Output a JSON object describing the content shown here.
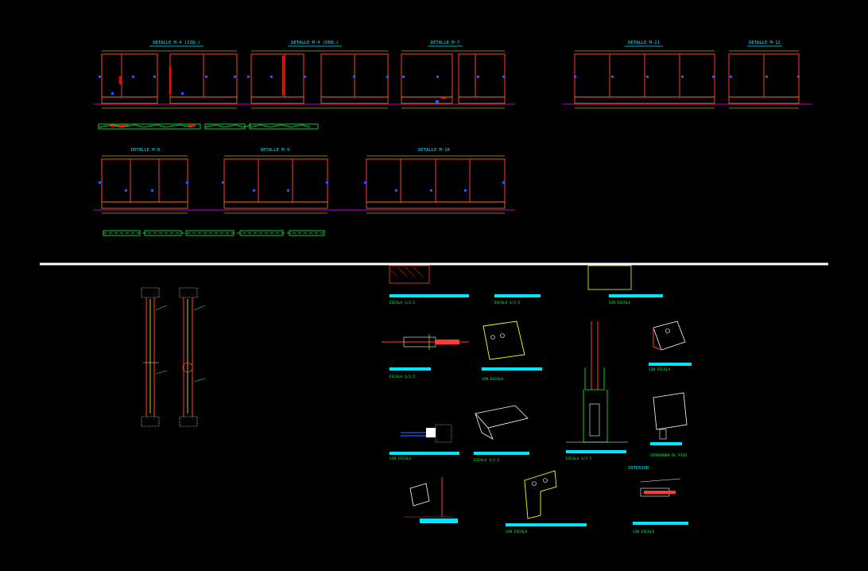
{
  "colors": {
    "background": "#000000",
    "frame": "#ff3b30",
    "frame_alt": "#ff8000",
    "title": "#00e5ff",
    "label": "#00ff3c",
    "floor": "#ff00ff",
    "divider": "#ffffff",
    "blue": "#1e5bff",
    "yellow": "#ffff00",
    "cyan_bar": "#00e5ff"
  },
  "top_section": {
    "elevations_row1": [
      {
        "title": "DETALLE M-4 (IZQ.)"
      },
      {
        "title": "DETALLE M-4 (DER.)"
      },
      {
        "title": "DETALLE M-7"
      },
      {
        "title": "DETALLE M-11"
      },
      {
        "title": "DETALLE M-12"
      }
    ],
    "elevations_row2": [
      {
        "title": "DETALLE M-8"
      },
      {
        "title": "DETALLE M-9"
      },
      {
        "title": "DETALLE M-10"
      }
    ]
  },
  "bottom_section": {
    "scales": {
      "s1": "ESCALA 1/2.5",
      "s2": "ESCALA 1/2.5",
      "s3": "SIN ESCALA",
      "s4": "ESCALA 1/2.5",
      "s5": "SIN ESCALA",
      "s6": "SIN ESCALA",
      "s7": "ESCALA 1/2.5",
      "s8": "SIN ESCALA",
      "s9": "ESCALA 1/2.5",
      "s10": "CERRADURA AL PISO",
      "s11": "SIN ESCALA",
      "s12": "SIN ESCALA"
    },
    "interior_label": "INTERIOR"
  }
}
